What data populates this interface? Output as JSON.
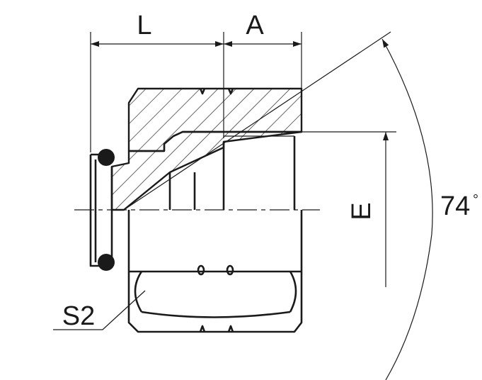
{
  "labels": {
    "length": "L",
    "thread_length": "A",
    "hex_size": "S2",
    "angle": "74",
    "angle_unit": "°",
    "diameter": "E"
  }
}
